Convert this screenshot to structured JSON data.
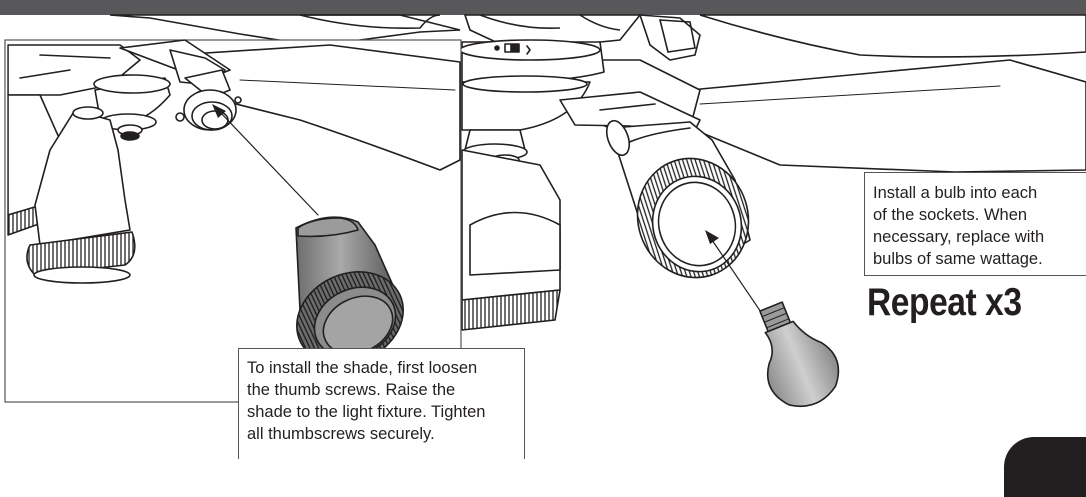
{
  "callouts": {
    "bulb": {
      "lines": [
        "Install a bulb into each",
        "of the sockets. When",
        "necessary, replace with",
        "bulbs of same wattage."
      ]
    },
    "shade": {
      "lines": [
        "To install the shade, first loosen",
        "the thumb screws. Raise the",
        "shade to the light fixture. Tighten",
        "all thumbscrews securely."
      ]
    }
  },
  "repeat_label": "Repeat x3",
  "colors": {
    "header_bar": "#58585a",
    "line_art": "#231f20",
    "shade_gray": "#8c8c8c",
    "bulb_gray": "#a8a8a8"
  }
}
